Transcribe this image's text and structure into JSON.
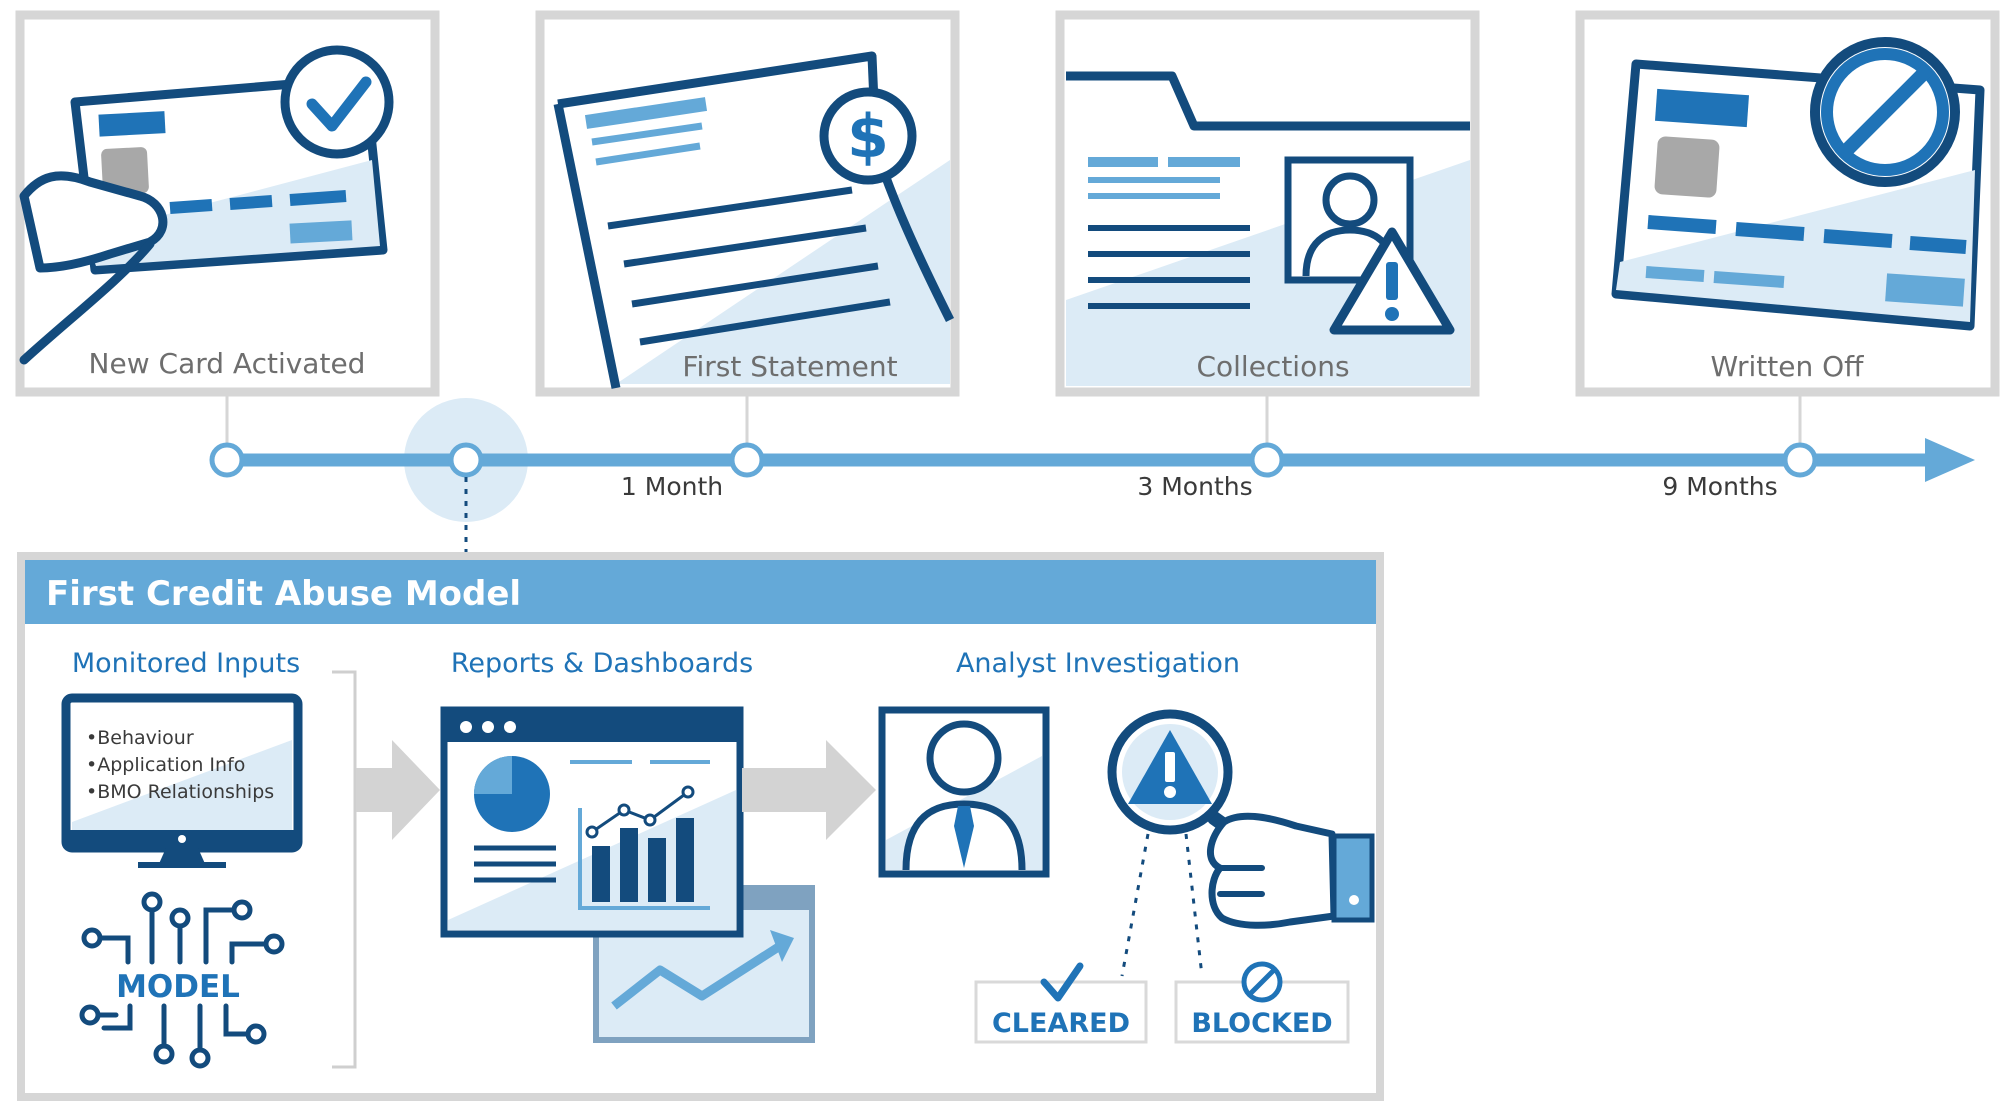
{
  "timeline": {
    "stages": [
      {
        "label": "New Card Activated"
      },
      {
        "label": "First Statement"
      },
      {
        "label": "Collections"
      },
      {
        "label": "Written Off"
      }
    ],
    "intervals": [
      "1 Month",
      "3 Months",
      "9 Months"
    ]
  },
  "model_panel": {
    "title": "First Credit Abuse Model",
    "monitored_inputs": {
      "heading": "Monitored Inputs",
      "items": [
        "Behaviour",
        "Application Info",
        "BMO Relationships"
      ],
      "model_label": "MODEL"
    },
    "reports": {
      "heading": "Reports & Dashboards"
    },
    "analyst": {
      "heading": "Analyst Investigation",
      "outcomes": [
        "CLEARED",
        "BLOCKED"
      ]
    }
  },
  "colors": {
    "navy": "#134b7d",
    "blue": "#1f73b7",
    "light_blue": "#64a9d8",
    "pale_blue": "#dcebf6",
    "grey_border": "#d6d6d6",
    "arrow_grey": "#d3d3d3",
    "label_grey": "#6e6e6e"
  },
  "icons": [
    "credit-card-icon",
    "checkmark-icon",
    "statement-icon",
    "dollar-icon",
    "folder-icon",
    "person-icon",
    "warning-icon",
    "blocked-icon",
    "monitor-icon",
    "circuit-icon",
    "dashboard-icon",
    "trend-chart-icon",
    "magnifier-icon",
    "hand-icon"
  ]
}
